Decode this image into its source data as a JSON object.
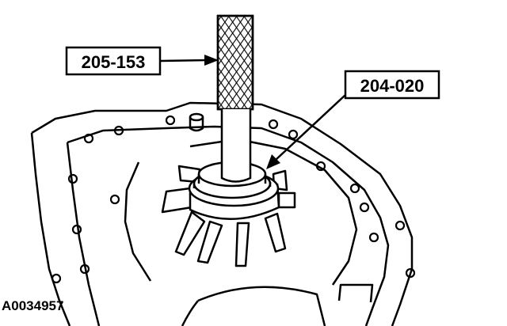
{
  "callouts": {
    "tool_handle": "205-153",
    "tool_installer": "204-020"
  },
  "figure_id": "A0034957"
}
